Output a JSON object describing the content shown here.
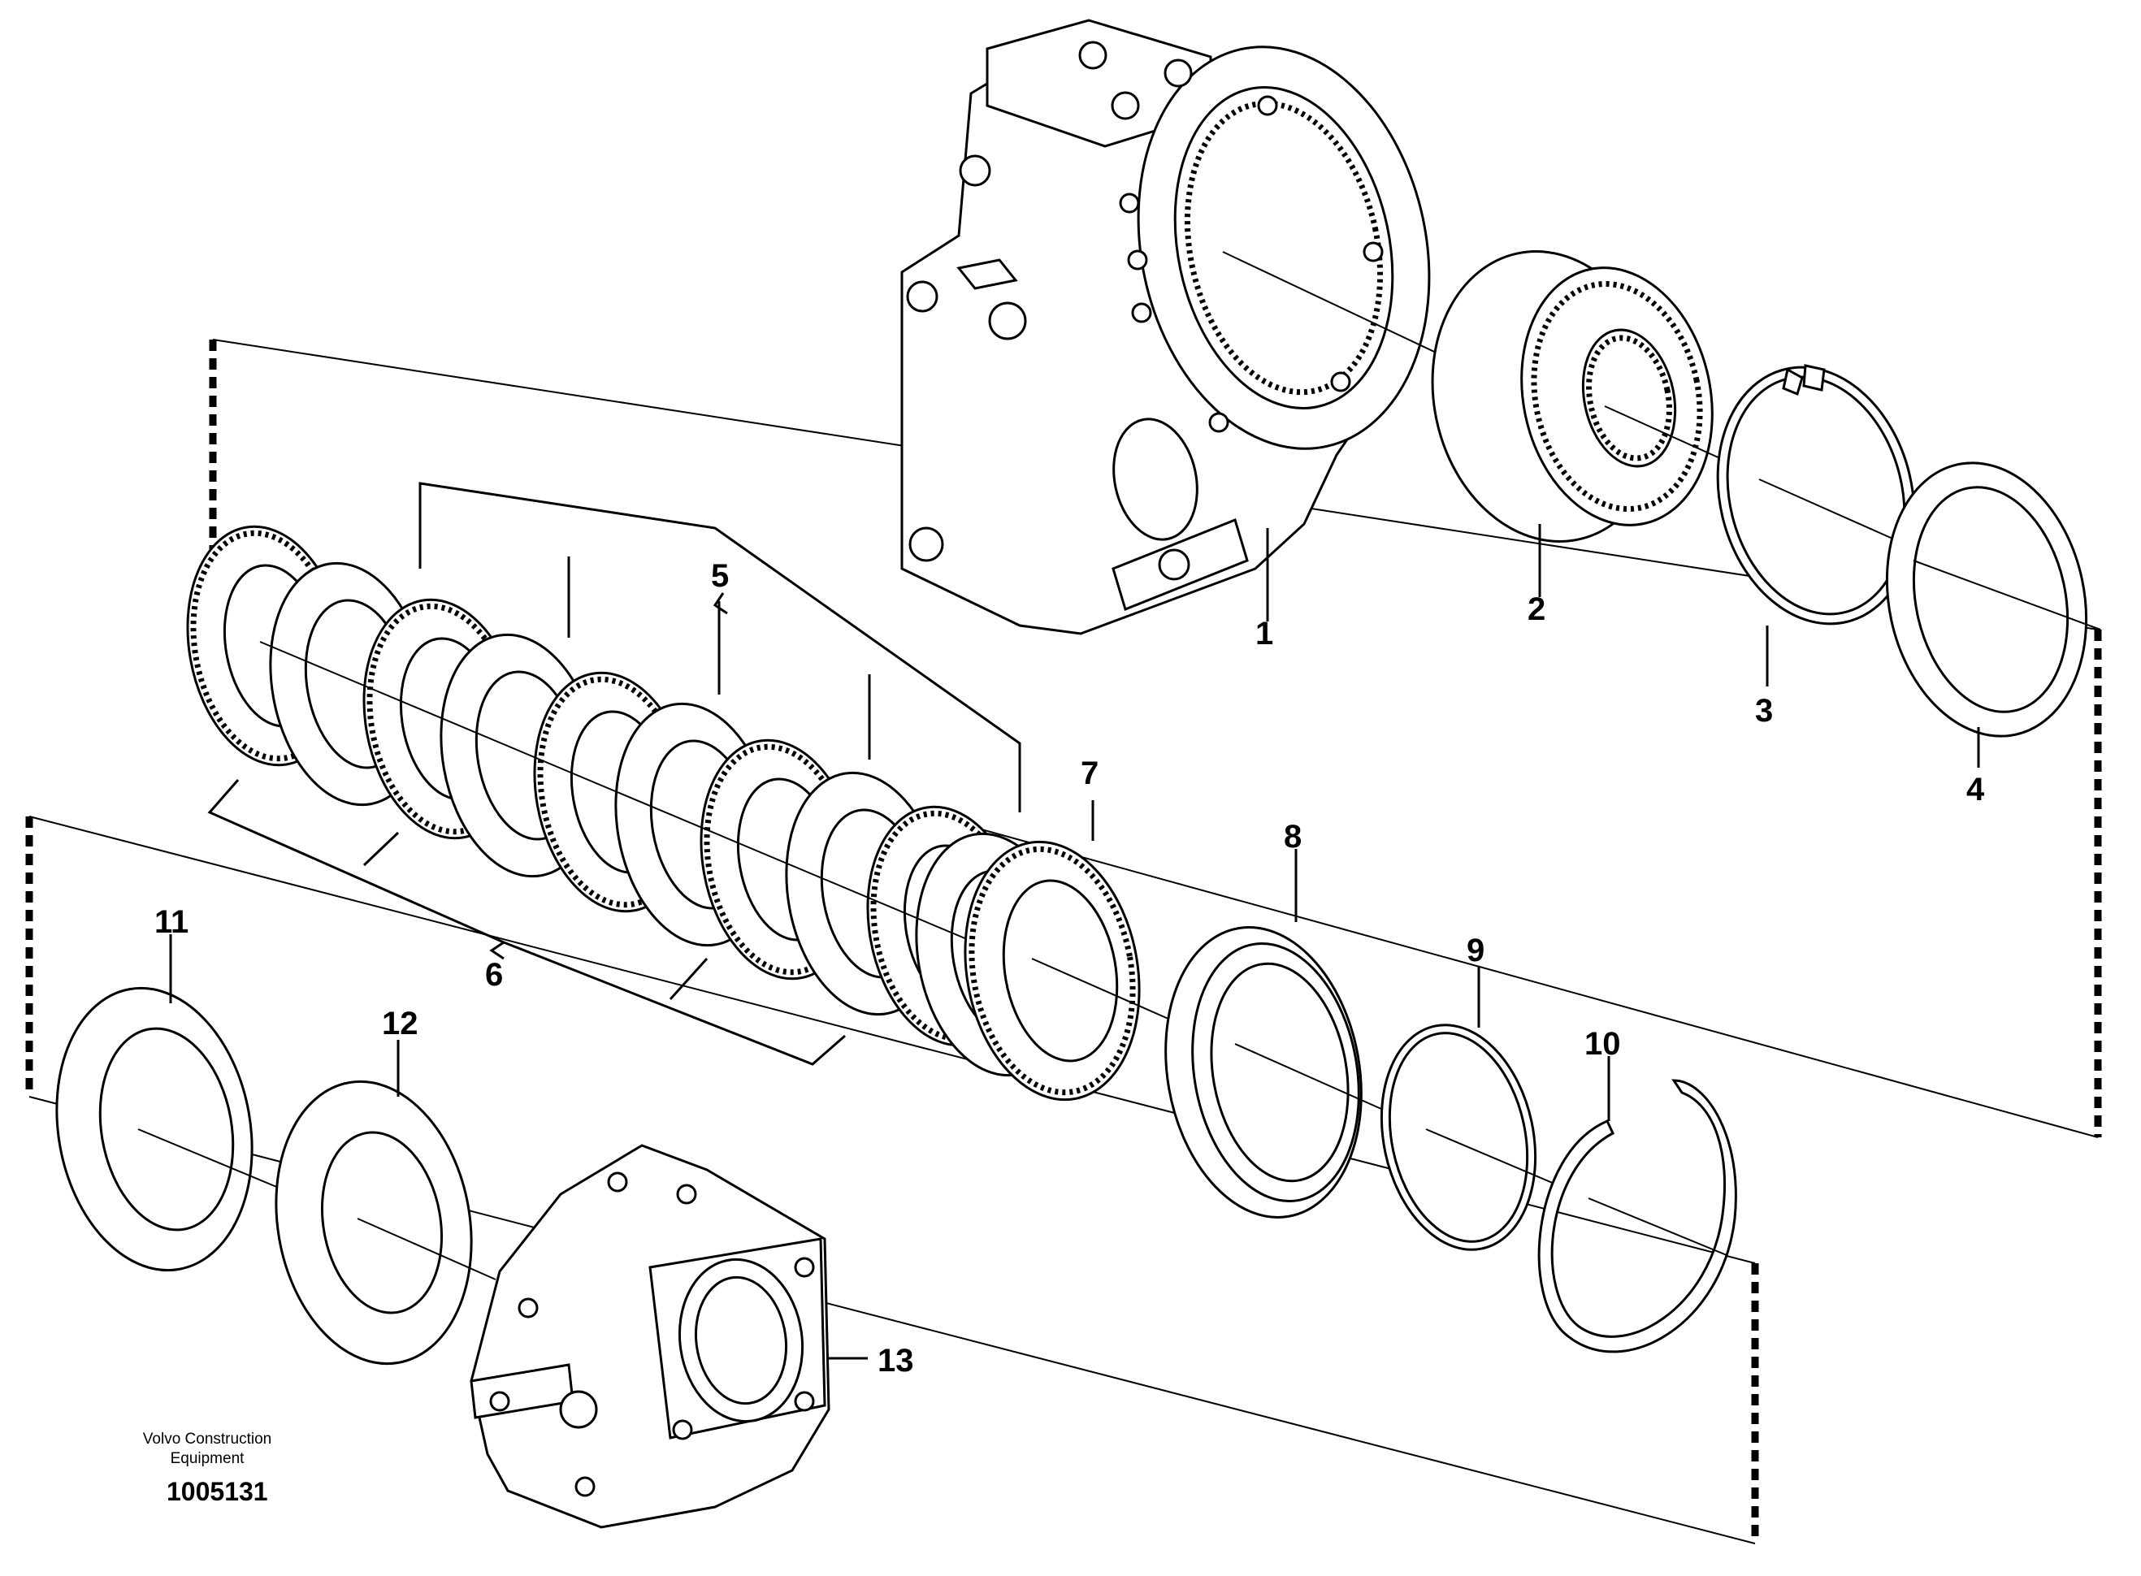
{
  "callouts": {
    "c1": "1",
    "c2": "2",
    "c3": "3",
    "c4": "4",
    "c5": "5",
    "c6": "6",
    "c7": "7",
    "c8": "8",
    "c9": "9",
    "c10": "10",
    "c11": "11",
    "c12": "12",
    "c13": "13"
  },
  "credit": {
    "line1": "Volvo Construction",
    "line2": "Equipment",
    "drawing_number": "1005131"
  }
}
